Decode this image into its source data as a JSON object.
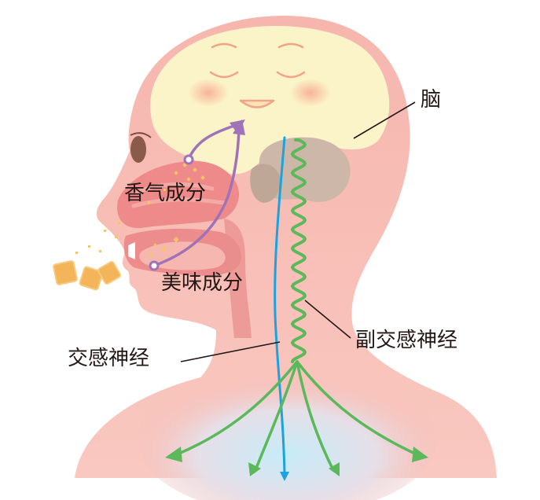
{
  "labels": {
    "brain": "脑",
    "aroma": "香气成分",
    "taste": "美味成分",
    "parasympathetic": "副交感神经",
    "sympathetic": "交感神经"
  },
  "colors": {
    "skin": "#f6b9b2",
    "skin_light": "#fbd3cd",
    "brain": "#fbf4c9",
    "cerebellum": "#cdb7a8",
    "nasal": "#ee8a8a",
    "parasympathetic_nerve": "#5bb85b",
    "sympathetic_nerve": "#1aa3e0",
    "smell_path": "#a073b8",
    "particles": "#f7c46a",
    "glow": "#bfe6f5"
  }
}
